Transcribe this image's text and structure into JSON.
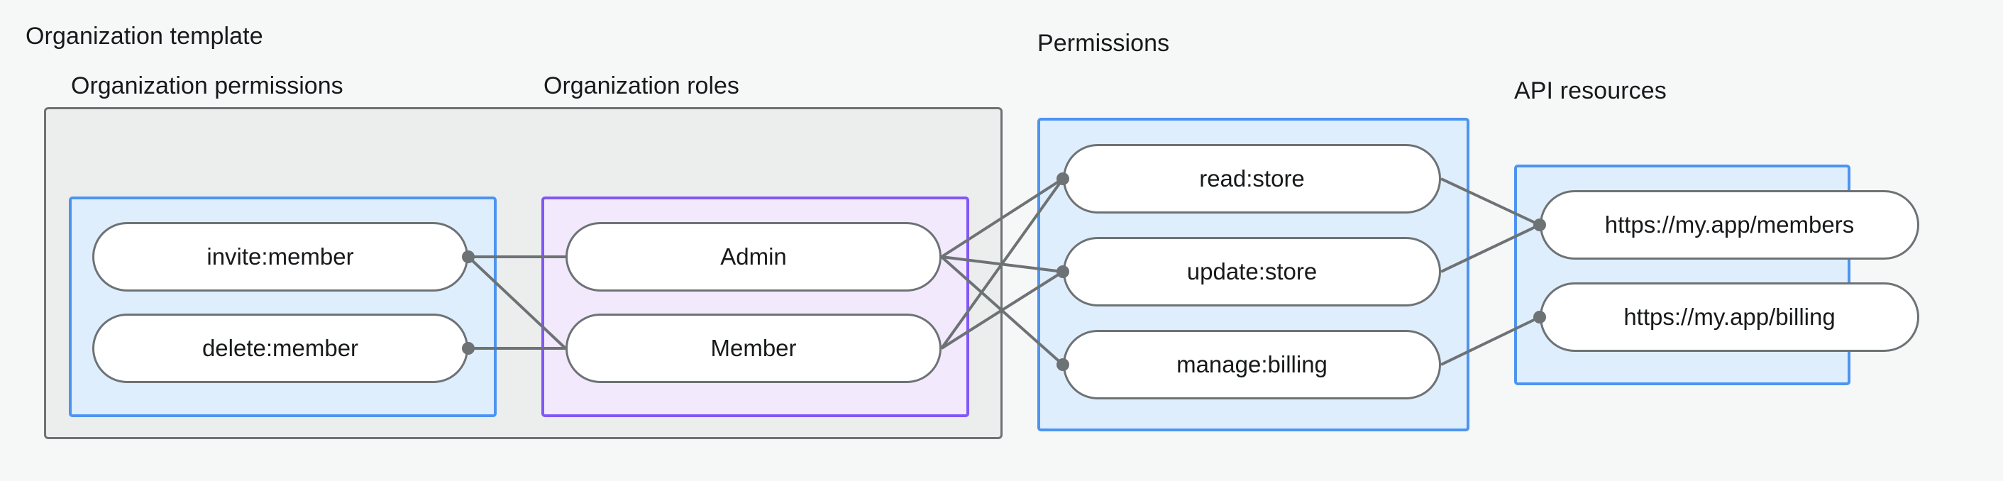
{
  "diagram": {
    "type": "relationship-graph",
    "background_color": "#f6f7f7",
    "groups": [
      {
        "id": "organization-template",
        "title": "Organization template",
        "border_color": "#6d7275",
        "fill_color": "#eceeee",
        "subgroups": [
          {
            "id": "organization-permissions",
            "title": "Organization permissions",
            "border_color": "#4d94f0",
            "fill_color": "#dfeefc",
            "nodes": [
              "invite:member",
              "delete:member"
            ]
          },
          {
            "id": "organization-roles",
            "title": "Organization roles",
            "border_color": "#8257f5",
            "fill_color": "#f2e9fd",
            "nodes": [
              "Admin",
              "Member"
            ]
          }
        ]
      },
      {
        "id": "permissions",
        "title": "Permissions",
        "border_color": "#4d94f0",
        "fill_color": "#dfeefc",
        "nodes": [
          "read:store",
          "update:store",
          "manage:billing"
        ]
      },
      {
        "id": "api-resources",
        "title": "API resources",
        "border_color": "#4d94f0",
        "fill_color": "#dfeefc",
        "nodes": [
          "https://my.app/members",
          "https://my.app/billing"
        ]
      }
    ],
    "nodes": {
      "invite_member": "invite:member",
      "delete_member": "delete:member",
      "admin": "Admin",
      "member": "Member",
      "read_store": "read:store",
      "update_store": "update:store",
      "manage_billing": "manage:billing",
      "api_members": "https://my.app/members",
      "api_billing": "https://my.app/billing"
    },
    "edges": [
      {
        "from": "invite:member",
        "to": "Admin"
      },
      {
        "from": "invite:member",
        "to": "Member"
      },
      {
        "from": "delete:member",
        "to": "Admin"
      },
      {
        "from": "delete:member",
        "to": "Member"
      },
      {
        "from": "Admin",
        "to": "read:store"
      },
      {
        "from": "Admin",
        "to": "update:store"
      },
      {
        "from": "Admin",
        "to": "manage:billing"
      },
      {
        "from": "Member",
        "to": "read:store"
      },
      {
        "from": "Member",
        "to": "update:store"
      },
      {
        "from": "read:store",
        "to": "https://my.app/members"
      },
      {
        "from": "update:store",
        "to": "https://my.app/members"
      },
      {
        "from": "manage:billing",
        "to": "https://my.app/billing"
      }
    ],
    "edge_color": "#6d7275",
    "node_border_color": "#6d7275",
    "node_fill_color": "#ffffff",
    "text_color": "#17191b"
  }
}
